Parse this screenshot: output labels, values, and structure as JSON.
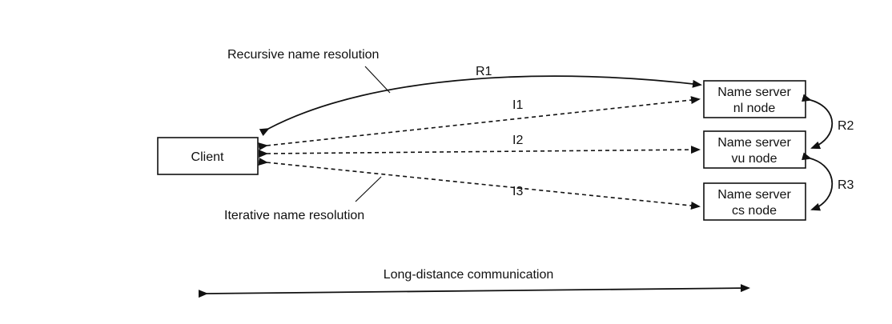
{
  "client": {
    "label": "Client"
  },
  "servers": [
    {
      "line1": "Name server",
      "line2": "nl node"
    },
    {
      "line1": "Name server",
      "line2": "vu node"
    },
    {
      "line1": "Name server",
      "line2": "cs node"
    }
  ],
  "labels": {
    "recursive": "Recursive name resolution",
    "iterative": "Iterative name resolution",
    "r1": "R1",
    "r2": "R2",
    "r3": "R3",
    "i1": "I1",
    "i2": "I2",
    "i3": "I3",
    "long_distance": "Long-distance communication"
  }
}
